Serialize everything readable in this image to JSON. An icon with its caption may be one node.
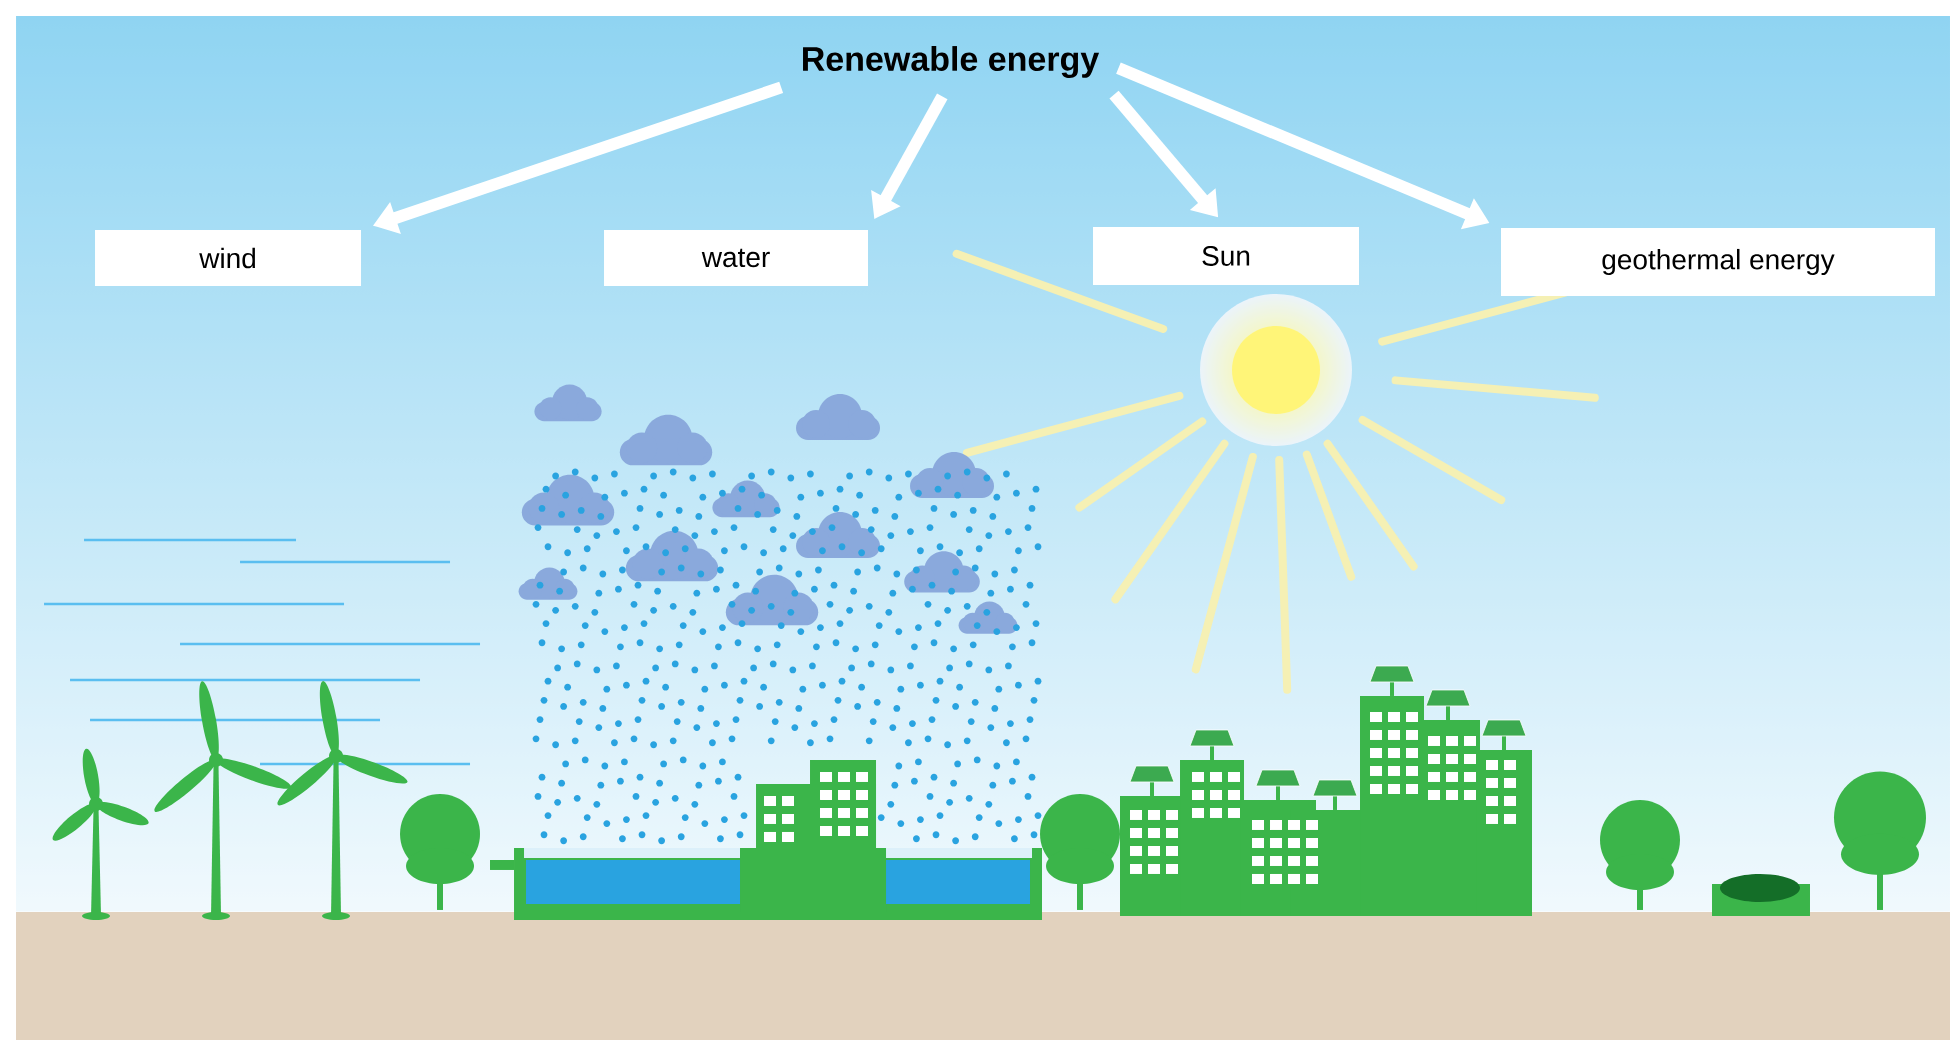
{
  "diagram": {
    "nodes": [
      {
        "text": [
          "Renewable energy"
        ]
      },
      {
        "text": [
          "wind"
        ]
      },
      {
        "text": [
          "water"
        ]
      },
      {
        "text": [
          "Sun"
        ]
      },
      {
        "text": [
          "geothermal energy"
        ]
      }
    ],
    "edges": [
      {
        "from": 0,
        "to": 1,
        "arrow": "to"
      },
      {
        "from": 0,
        "to": 2,
        "arrow": "to"
      },
      {
        "from": 0,
        "to": 3,
        "arrow": "to"
      },
      {
        "from": 0,
        "to": 4,
        "arrow": "to"
      }
    ]
  }
}
